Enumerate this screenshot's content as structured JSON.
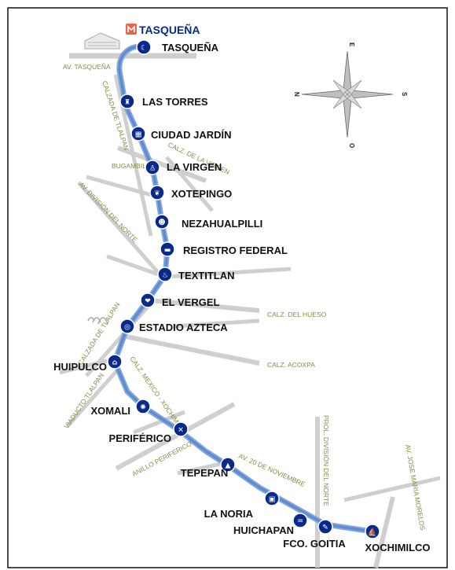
{
  "title": "TASQUEÑA",
  "compass": {
    "north": "N",
    "south": "S",
    "east": "E",
    "west": "O"
  },
  "roads": [
    {
      "name": "AV. TASQUEÑA"
    },
    {
      "name": "CALZADA DE TLALPAN"
    },
    {
      "name": "CALZ. DE LA VIRGEN"
    },
    {
      "name": "BUGAMBILIA"
    },
    {
      "name": "AV. DIVISIÓN DEL NORTE"
    },
    {
      "name": "CALZ. DEL HUESO"
    },
    {
      "name": "CALZADA DE TLALPAN"
    },
    {
      "name": "CALZ. ACOXPA"
    },
    {
      "name": "CALZ. MEXICO - XOCHIMILCO"
    },
    {
      "name": "VIADUCTO TLALPAN"
    },
    {
      "name": "ANILLO PERIFERICO"
    },
    {
      "name": "AV. 20 DE NOVIEMBRE"
    },
    {
      "name": "PROL. DIVISIÓN DEL NORTE"
    },
    {
      "name": "AV. JOSE MARIA MORELOS"
    }
  ],
  "stations": [
    {
      "name": "TASQUEÑA",
      "icon": "moon-icon"
    },
    {
      "name": "LAS TORRES",
      "icon": "tower-icon"
    },
    {
      "name": "CIUDAD JARDÍN",
      "icon": "building-icon"
    },
    {
      "name": "LA VIRGEN",
      "icon": "virgin-icon"
    },
    {
      "name": "XOTEPINGO",
      "icon": "leaf-icon"
    },
    {
      "name": "NEZAHUALPILLI",
      "icon": "head-icon"
    },
    {
      "name": "REGISTRO FEDERAL",
      "icon": "car-icon"
    },
    {
      "name": "TEXTITLAN",
      "icon": "fire-icon"
    },
    {
      "name": "EL VERGEL",
      "icon": "fruit-icon"
    },
    {
      "name": "ESTADIO AZTECA",
      "icon": "stadium-icon"
    },
    {
      "name": "HUIPULCO",
      "icon": "house-icon"
    },
    {
      "name": "XOMALI",
      "icon": "wheel-icon"
    },
    {
      "name": "PERIFÉRICO",
      "icon": "crossing-icon"
    },
    {
      "name": "TEPEPAN",
      "icon": "mountain-icon"
    },
    {
      "name": "LA NORIA",
      "icon": "noria-icon"
    },
    {
      "name": "HUICHAPAN",
      "icon": "fountain-icon"
    },
    {
      "name": "FCO. GOITIA",
      "icon": "brush-icon"
    },
    {
      "name": "XOCHIMILCO",
      "icon": "boat-icon"
    }
  ]
}
